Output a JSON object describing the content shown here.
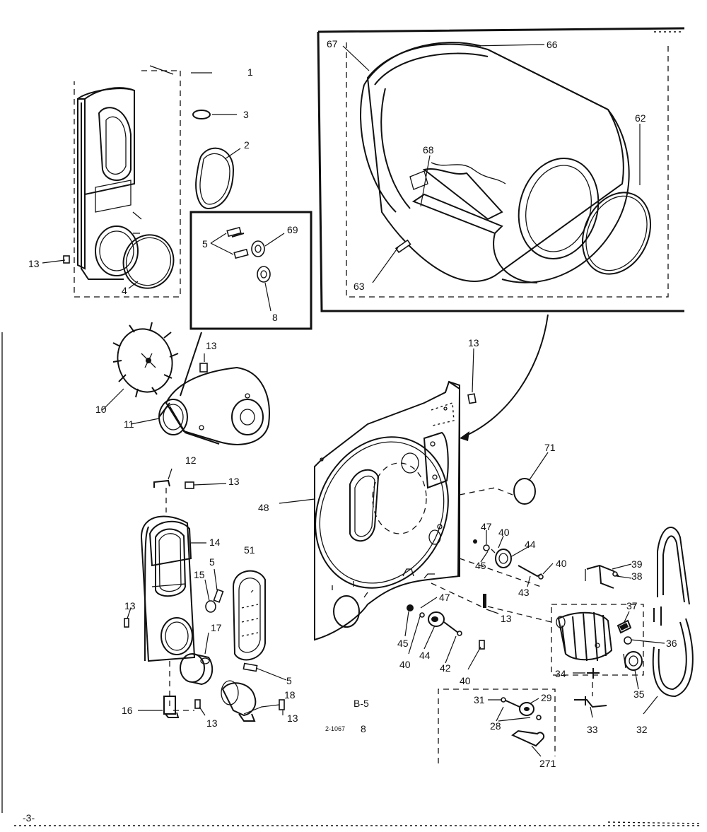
{
  "diagram": {
    "drawing_code": "B-5",
    "small_code": "2-1067",
    "small_suffix": "8",
    "page_number": "-3-",
    "part_labels": {
      "p1": "1",
      "p2": "2",
      "p3": "3",
      "p4": "4",
      "p5a": "5",
      "p5b": "5",
      "p5c": "5",
      "p8": "8",
      "p10": "10",
      "p11": "11",
      "p12": "12",
      "p13a": "13",
      "p13b": "13",
      "p13c": "13",
      "p13d": "13",
      "p13e": "13",
      "p13f": "13",
      "p13g": "13",
      "p13h": "13",
      "p14": "14",
      "p15": "15",
      "p16": "16",
      "p17": "17",
      "p18": "18",
      "p271": "271",
      "p28": "28",
      "p29": "29",
      "p31": "31",
      "p32": "32",
      "p33": "33",
      "p34": "34",
      "p35": "35",
      "p36": "36",
      "p37": "37",
      "p38": "38",
      "p39": "39",
      "p40a": "40",
      "p40b": "40",
      "p40c": "40",
      "p40d": "40",
      "p42": "42",
      "p43": "43",
      "p44a": "44",
      "p44b": "44",
      "p45a": "45",
      "p45b": "45",
      "p47a": "47",
      "p47b": "47",
      "p48": "48",
      "p51": "51",
      "p62": "62",
      "p63": "63",
      "p66": "66",
      "p67": "67",
      "p68": "68",
      "p69": "69",
      "p71": "71"
    }
  }
}
